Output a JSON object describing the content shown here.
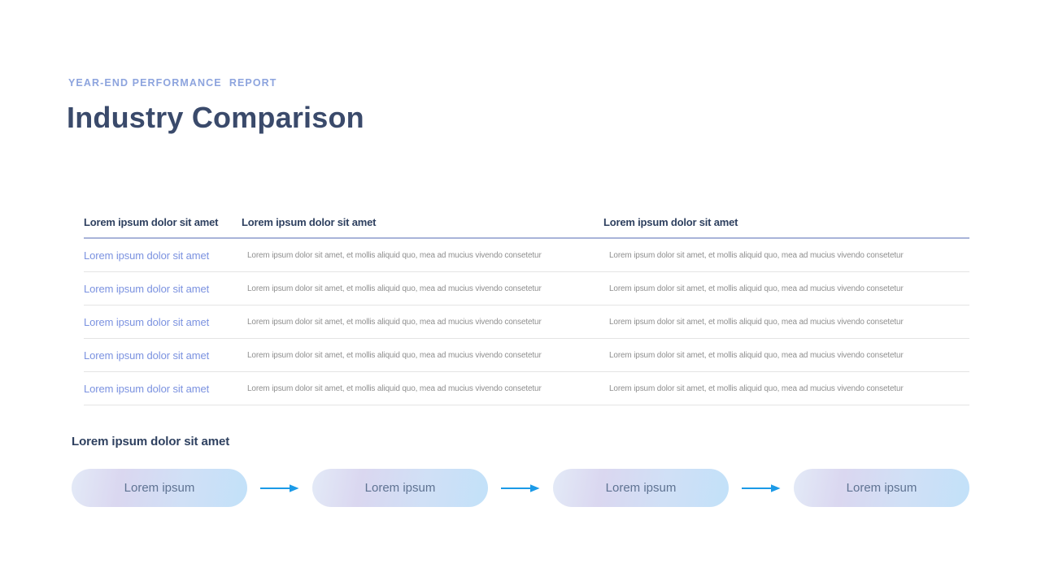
{
  "slide": {
    "eyebrow": "YEAR-END PERFORMANCE  REPORT",
    "title": "Industry Comparison"
  },
  "table": {
    "headers": [
      "Lorem ipsum dolor sit amet",
      "Lorem ipsum dolor sit amet",
      "Lorem ipsum dolor sit amet"
    ],
    "rows": [
      {
        "label": "Lorem ipsum dolor sit amet",
        "col2": "Lorem ipsum dolor sit amet, et mollis aliquid quo, mea ad mucius vivendo consetetur",
        "col3": "Lorem ipsum dolor sit amet, et mollis aliquid quo, mea ad mucius vivendo consetetur"
      },
      {
        "label": "Lorem ipsum dolor sit amet",
        "col2": "Lorem ipsum dolor sit amet, et mollis aliquid quo, mea ad mucius vivendo consetetur",
        "col3": "Lorem ipsum dolor sit amet, et mollis aliquid quo, mea ad mucius vivendo consetetur"
      },
      {
        "label": "Lorem ipsum dolor sit amet",
        "col2": "Lorem ipsum dolor sit amet, et mollis aliquid quo, mea ad mucius vivendo consetetur",
        "col3": "Lorem ipsum dolor sit amet, et mollis aliquid quo, mea ad mucius vivendo consetetur"
      },
      {
        "label": "Lorem ipsum dolor sit amet",
        "col2": "Lorem ipsum dolor sit amet, et mollis aliquid quo, mea ad mucius vivendo consetetur",
        "col3": "Lorem ipsum dolor sit amet, et mollis aliquid quo, mea ad mucius vivendo consetetur"
      },
      {
        "label": "Lorem ipsum dolor sit amet",
        "col2": "Lorem ipsum dolor sit amet, et mollis aliquid quo, mea ad mucius vivendo consetetur",
        "col3": "Lorem ipsum dolor sit amet, et mollis aliquid quo, mea ad mucius vivendo consetetur"
      }
    ]
  },
  "flow": {
    "label": "Lorem ipsum dolor sit amet",
    "steps": [
      {
        "label": "Lorem ipsum"
      },
      {
        "label": "Lorem ipsum"
      },
      {
        "label": "Lorem ipsum"
      },
      {
        "label": "Lorem ipsum"
      }
    ],
    "arrow_icon": "arrow-right-icon"
  },
  "colors": {
    "eyebrow_periwinkle": "#8da4de",
    "title_navy": "#3a4a6b",
    "header_navy": "#2f4160",
    "link_blue": "#7b92e0",
    "cell_gray": "#8f8f8f",
    "header_divider": "#a9b4d9",
    "row_divider": "#e4e4e4",
    "pill_text": "#5f7392",
    "pill_gradient_start": "#dad7f0",
    "pill_gradient_end": "#c2e1f9",
    "arrow_blue": "#1b9ae7"
  }
}
